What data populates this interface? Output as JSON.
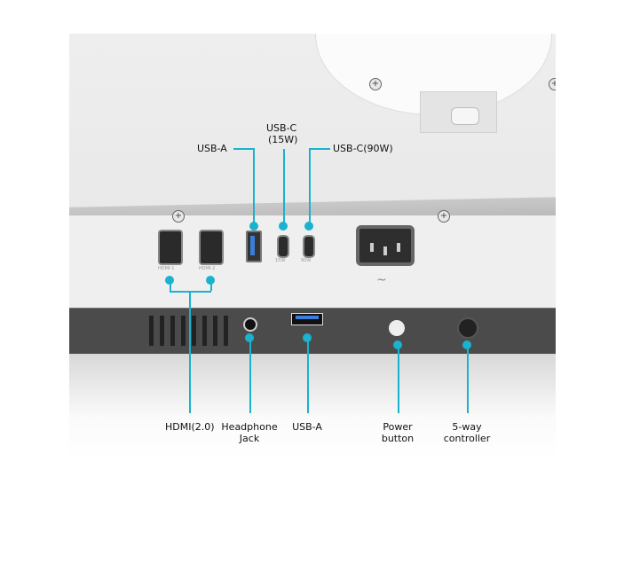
{
  "accent_color": "#1ab2cf",
  "callouts_top": {
    "usb_a": "USB-A",
    "usb_c_15w_line1": "USB-C",
    "usb_c_15w_line2": "(15W)",
    "usb_c_90w": "USB-C(90W)"
  },
  "callouts_bottom": {
    "hdmi": "HDMI(2.0)",
    "headphone_line1": "Headphone",
    "headphone_line2": "Jack",
    "usb_a": "USB-A",
    "power_line1": "Power",
    "power_line2": "button",
    "controller_line1": "5-way",
    "controller_line2": "controller"
  },
  "port_markings": {
    "hdmi1": "HDMI-1",
    "hdmi2": "HDMI-2",
    "usbc1_power": "15W",
    "usbc2_power": "90W",
    "ac": "~"
  }
}
